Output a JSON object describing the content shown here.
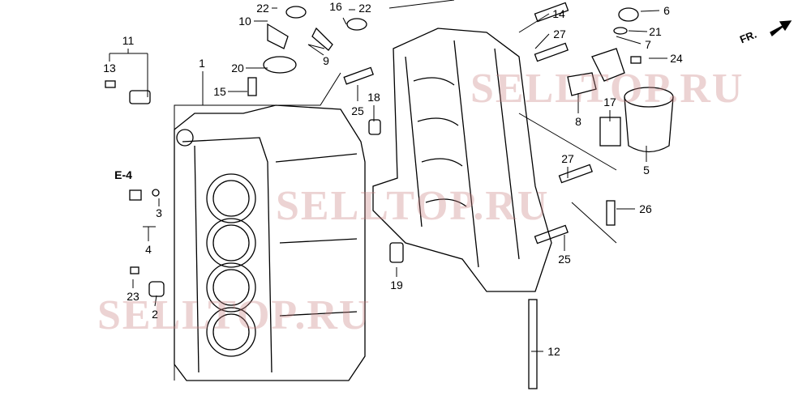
{
  "watermark": "SELLTOP.RU",
  "direction_label": "FR.",
  "callouts": [
    {
      "id": "c22a",
      "text": "22"
    },
    {
      "id": "c16",
      "text": "16"
    },
    {
      "id": "c22b",
      "text": "22"
    },
    {
      "id": "c10",
      "text": "10"
    },
    {
      "id": "c20",
      "text": "20"
    },
    {
      "id": "c9",
      "text": "9"
    },
    {
      "id": "c15",
      "text": "15"
    },
    {
      "id": "c11",
      "text": "11"
    },
    {
      "id": "c13",
      "text": "13"
    },
    {
      "id": "c1",
      "text": "1"
    },
    {
      "id": "c14",
      "text": "14"
    },
    {
      "id": "c27a",
      "text": "27"
    },
    {
      "id": "c6",
      "text": "6"
    },
    {
      "id": "c21",
      "text": "21"
    },
    {
      "id": "c7",
      "text": "7"
    },
    {
      "id": "c24",
      "text": "24"
    },
    {
      "id": "c25a",
      "text": "25"
    },
    {
      "id": "c18",
      "text": "18"
    },
    {
      "id": "c8",
      "text": "8"
    },
    {
      "id": "c17",
      "text": "17"
    },
    {
      "id": "c5",
      "text": "5"
    },
    {
      "id": "c27b",
      "text": "27"
    },
    {
      "id": "c26",
      "text": "26"
    },
    {
      "id": "c25b",
      "text": "25"
    },
    {
      "id": "c19",
      "text": "19"
    },
    {
      "id": "ce4",
      "text": "E-4"
    },
    {
      "id": "c3",
      "text": "3"
    },
    {
      "id": "c4",
      "text": "4"
    },
    {
      "id": "c23",
      "text": "23"
    },
    {
      "id": "c2",
      "text": "2"
    },
    {
      "id": "c12",
      "text": "12"
    }
  ]
}
